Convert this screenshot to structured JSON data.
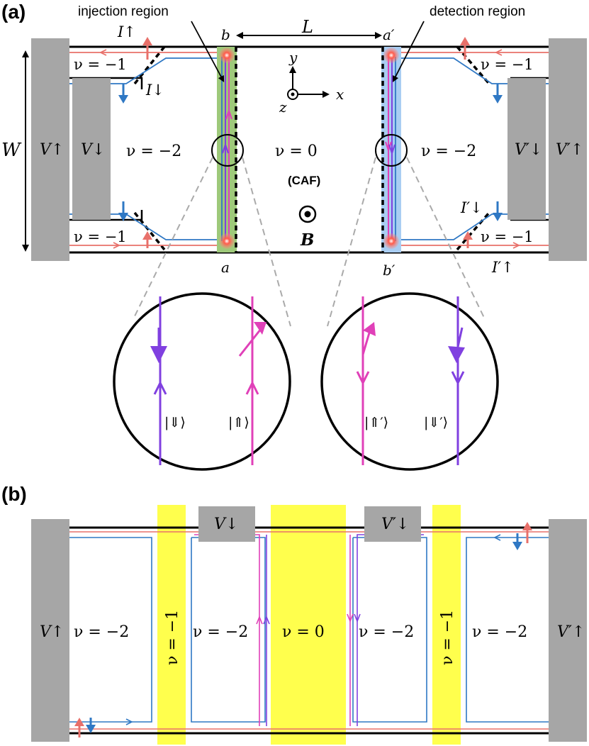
{
  "panel_a": {
    "label": "(a)",
    "injection_region": "injection region",
    "detection_region": "detection region",
    "length": "L",
    "width": "W",
    "corner_b": "b",
    "corner_a_prime": "a′",
    "corner_a": "a",
    "corner_b_prime": "b′",
    "axis_x": "x",
    "axis_y": "y",
    "axis_z": "z",
    "nu_m1_tl": "ν = −1",
    "nu_m1_bl": "ν = −1",
    "nu_m1_tr": "ν = −1",
    "nu_m1_br": "ν = −1",
    "nu_m2_left": "ν = −2",
    "nu_m2_right": "ν = −2",
    "nu_0": "ν = 0",
    "caf": "(CAF)",
    "field": "B",
    "v_up": "V↑",
    "v_down": "V↓",
    "v_up_prime": "V′↑",
    "v_down_prime": "V′↓",
    "i_up": "I↑",
    "i_down": "I↓",
    "i_up_prime": "I′↑",
    "i_down_prime": "I′↓",
    "state_down_down": "|⇓⟩",
    "state_up_up": "|⇑⟩",
    "state_up_up_prime": "|⇑′⟩",
    "state_down_down_prime": "|⇓′⟩"
  },
  "panel_b": {
    "label": "(b)",
    "v_up": "V↑",
    "v_down": "V↓",
    "v_down_prime": "V′↓",
    "v_up_prime": "V′↑",
    "nu_m2_1": "ν = −2",
    "nu_m1_left": "ν = −1",
    "nu_m2_2": "ν = −2",
    "nu_0": "ν = 0",
    "nu_m2_3": "ν = −2",
    "nu_m1_right": "ν = −1",
    "nu_m2_4": "ν = −2"
  },
  "colors": {
    "contact": "#a6a6a6",
    "red_edge": "#e8706a",
    "blue_edge": "#2f78c4",
    "purple": "#8040e0",
    "magenta": "#e040b8",
    "yellow": "#ffff4d",
    "green": "#9ec97a",
    "lightblue": "#a9cdf2"
  }
}
